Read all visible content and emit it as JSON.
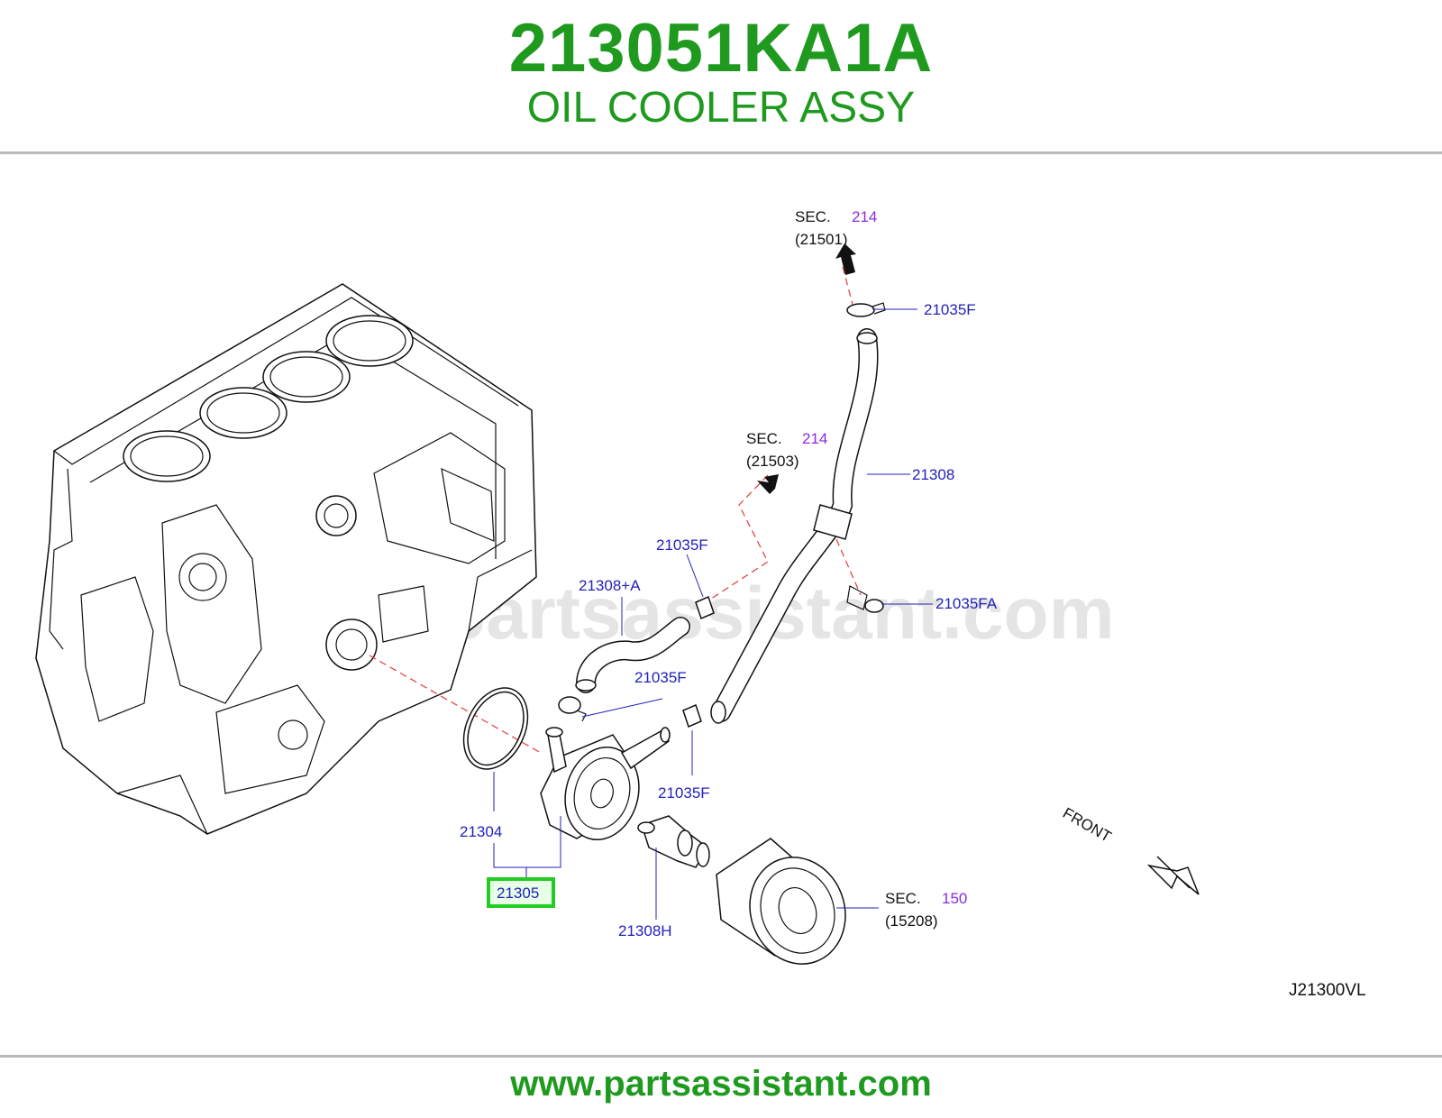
{
  "header": {
    "part_number": "213051KA1A",
    "part_name": "OIL COOLER ASSY"
  },
  "watermark": "www.partsassistant.com",
  "labels": {
    "sec_top": "SEC.",
    "sec_top_num": "214",
    "sec_top_ref": "(21501)",
    "sec_mid": "SEC.",
    "sec_mid_num": "214",
    "sec_mid_ref": "(21503)",
    "sec_bot": "SEC.",
    "sec_bot_num": "150",
    "sec_bot_ref": "(15208)",
    "p21035F_top": "21035F",
    "p21308": "21308",
    "p21035FA": "21035FA",
    "p21035F_left": "21035F",
    "p21308A": "21308+A",
    "p21035F_mid": "21035F",
    "p21035F_low": "21035F",
    "p21304": "21304",
    "p21305": "21305",
    "p21308H": "21308H",
    "front": "FRONT",
    "diagram_code": "J21300VL"
  },
  "colors": {
    "brand_green": "#1f9a1f",
    "callout_blue": "#2222bb",
    "section_purple": "#8a2be2",
    "leader_dash_red": "#e23a3a",
    "highlight_green": "#22cc22"
  },
  "footer": {
    "url": "www.partsassistant.com"
  }
}
